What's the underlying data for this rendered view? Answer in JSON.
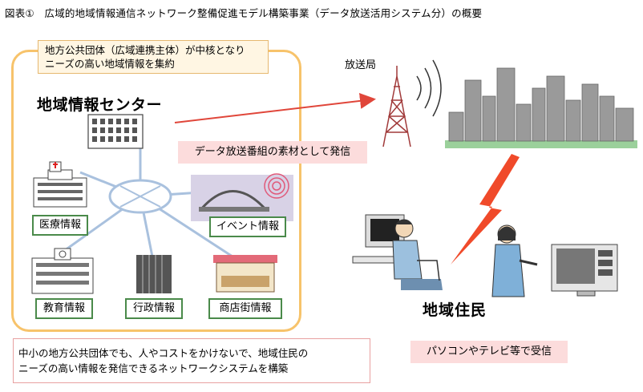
{
  "title": "図表①　広域的地域情報通信ネットワーク整備促進モデル構築事業（データ放送活用システム分）の概要",
  "core_note": {
    "line1": "地方公共団体（広域連携主体）が中核となり",
    "line2": "ニーズの高い地域情報を集約"
  },
  "center_title": "地域情報センター",
  "broadcast_station": "放送局",
  "material_note": "データ放送番組の素材として発信",
  "info_labels": {
    "medical": "医療情報",
    "event": "イベント情報",
    "education": "教育情報",
    "admin": "行政情報",
    "shopping": "商店街情報"
  },
  "residents": "地域住民",
  "bottom_note": {
    "line1": "中小の地方公共団体でも、人やコストをかけないで、地域住民の",
    "line2": "ニーズの高い情報を発信できるネットワークシステムを構築"
  },
  "receive_note": "パソコンやテレビ等で受信",
  "colors": {
    "region_border": "#f7c36b",
    "label_border": "#4a8a4a",
    "note_pink": "#fcdcdc",
    "arrow_red": "#e0463a",
    "network_line": "#a9c1de",
    "building_gray": "#9a9a9a",
    "ground_green": "#9bd09b",
    "lightning": "#f04a2a"
  }
}
